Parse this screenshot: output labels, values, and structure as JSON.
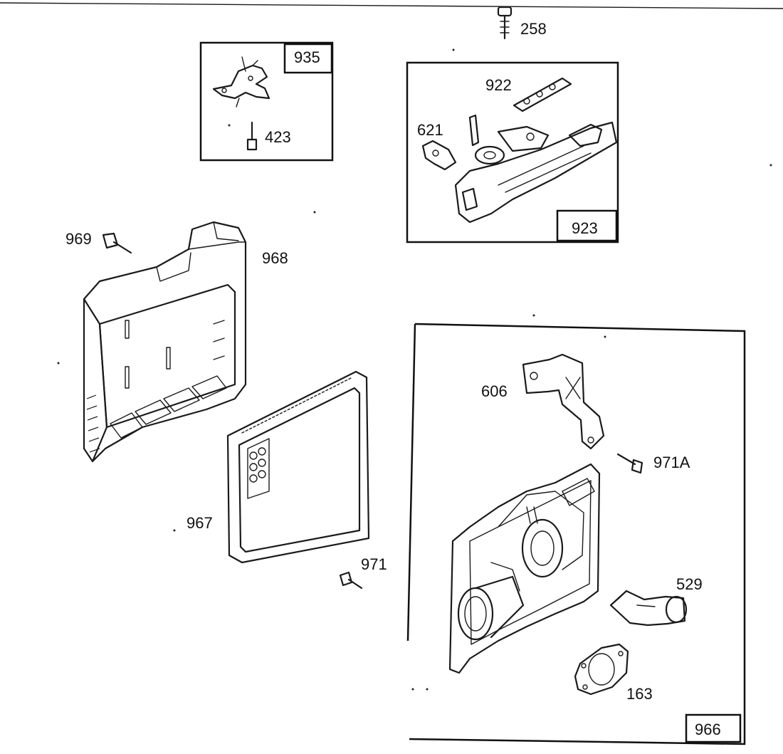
{
  "labels": {
    "p258": "258",
    "p935": "935",
    "p423": "423",
    "p922": "922",
    "p621": "621",
    "p923": "923",
    "p969": "969",
    "p968": "968",
    "p606": "606",
    "p971a": "971A",
    "p967": "967",
    "p971": "971",
    "p529": "529",
    "p163": "163",
    "p966": "966"
  },
  "colors": {
    "ink": "#111111",
    "paper": "#ffffff"
  }
}
